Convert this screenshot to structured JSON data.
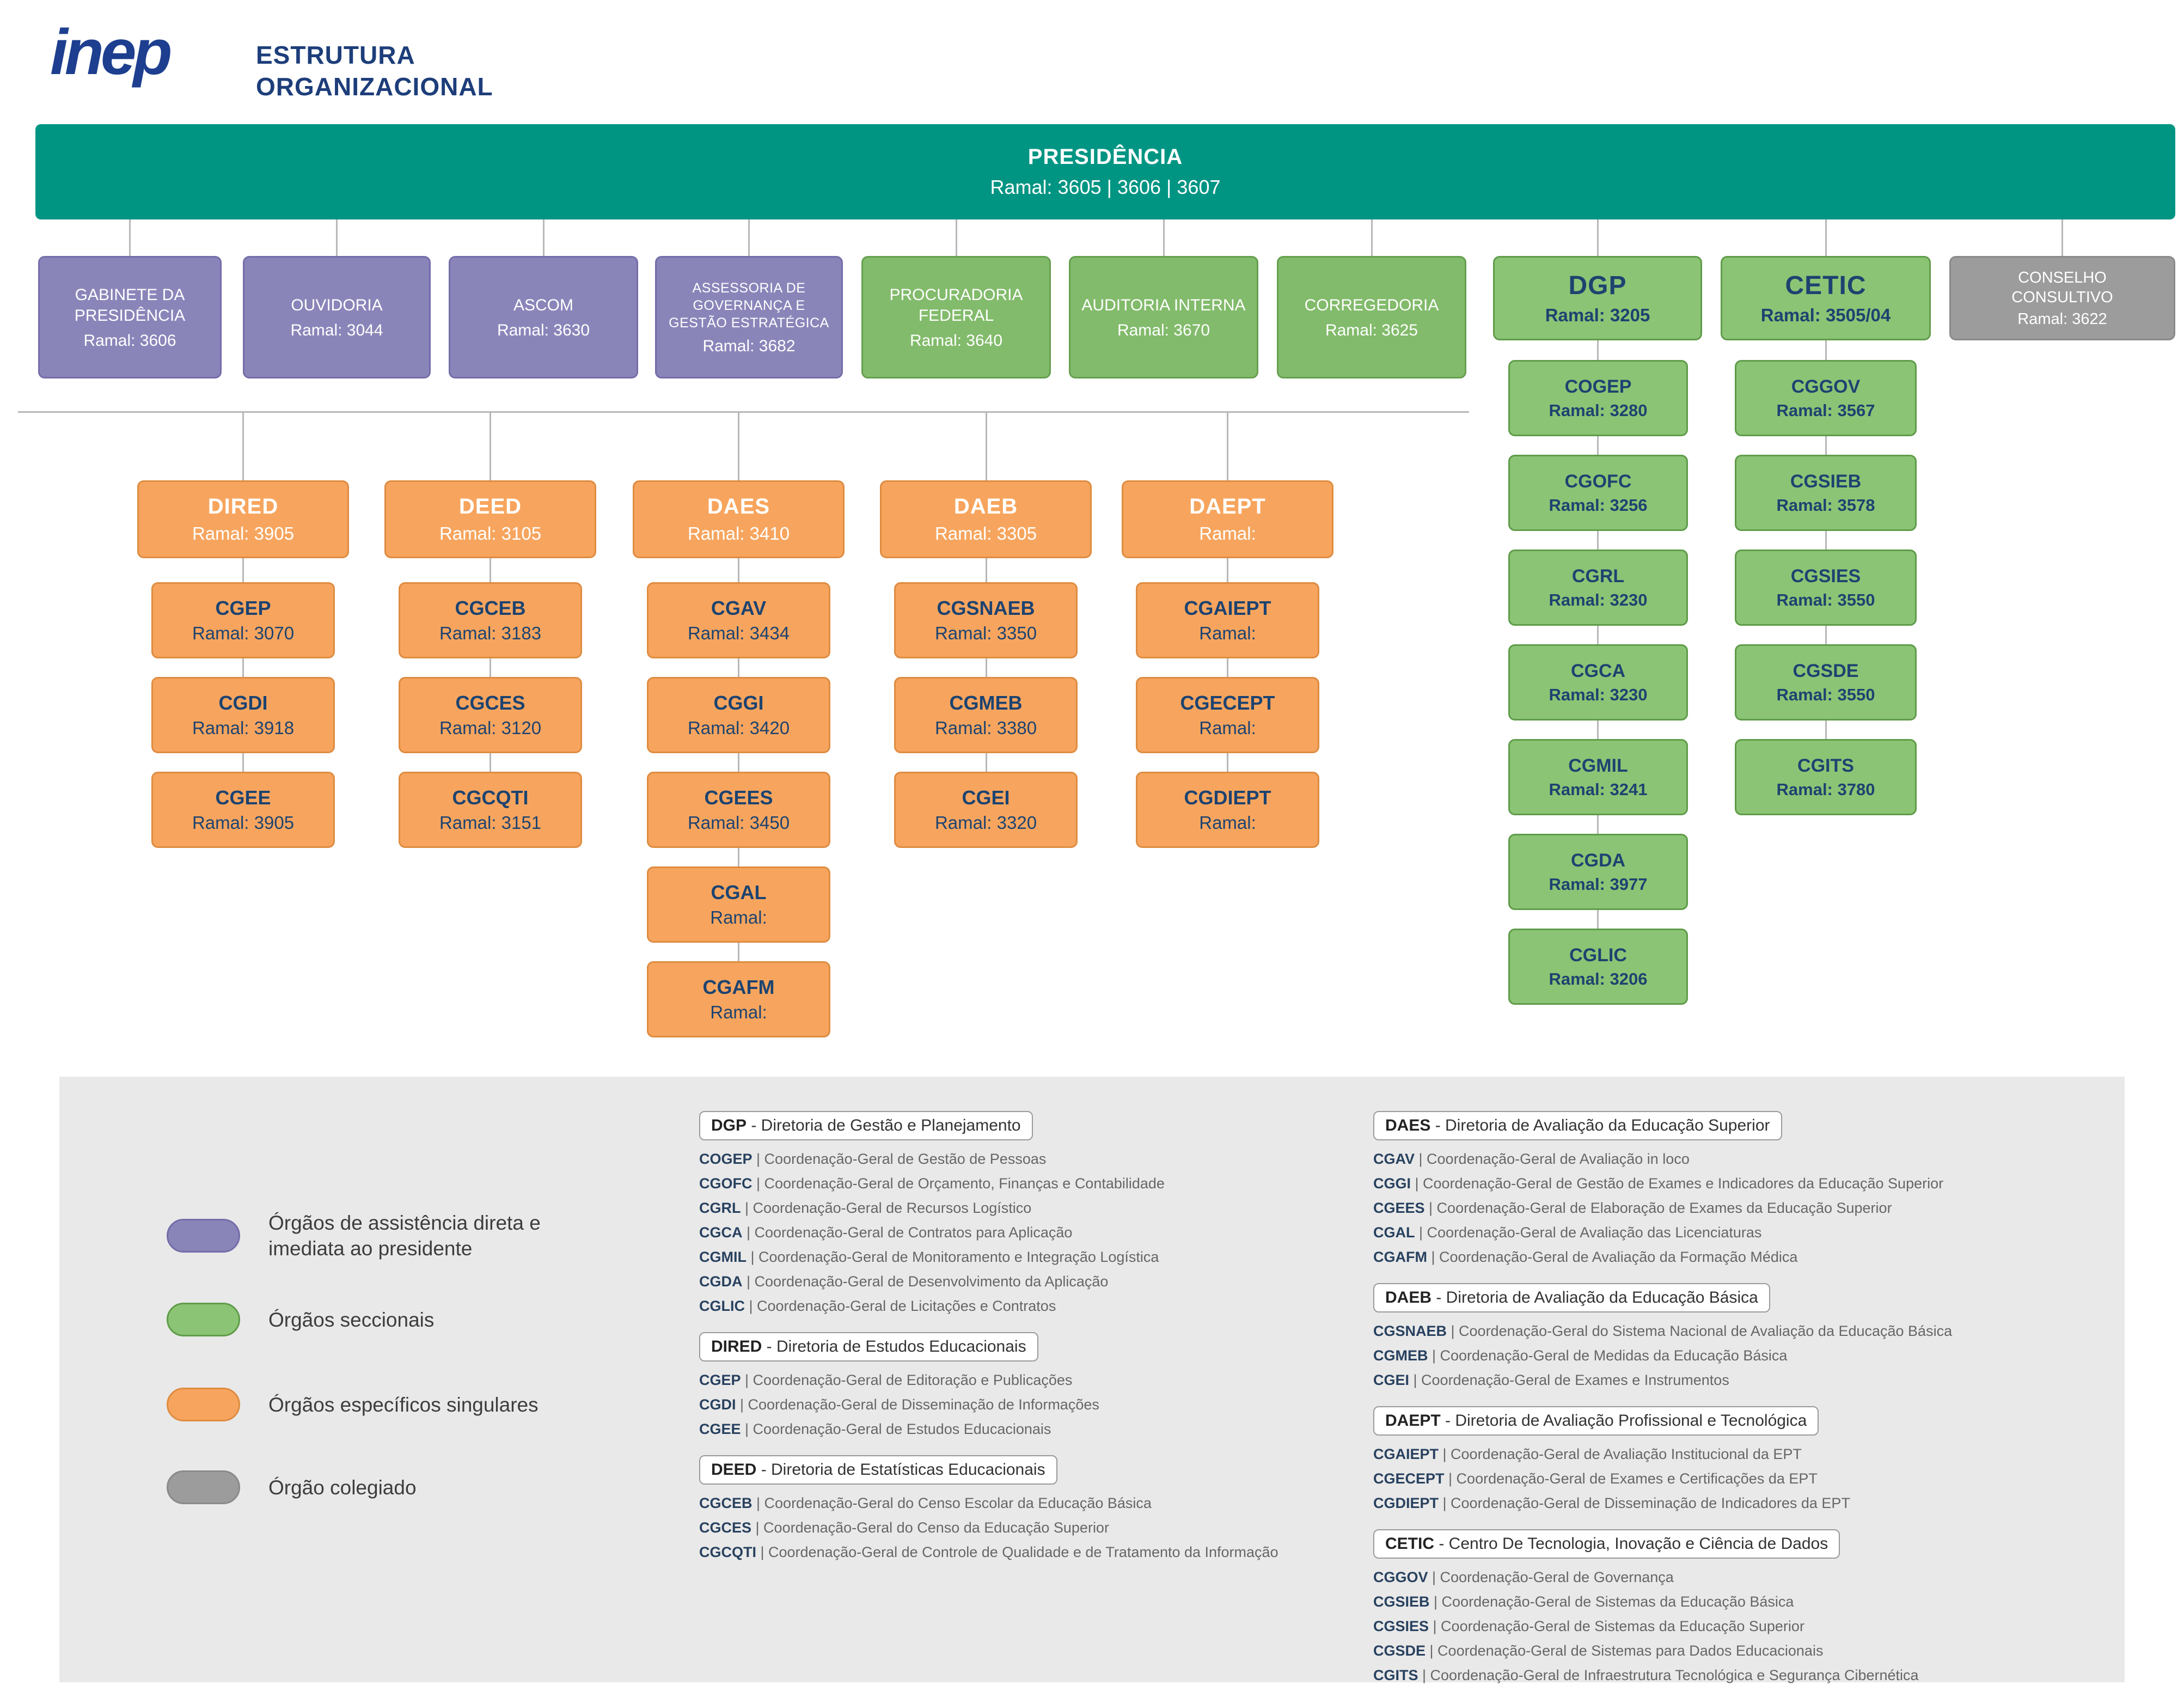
{
  "header": {
    "logo_text": "inep",
    "title_line1": "ESTRUTURA",
    "title_line2": "ORGANIZACIONAL"
  },
  "presidencia": {
    "name": "PRESIDÊNCIA",
    "ramal": "Ramal: 3605 | 3606 | 3607"
  },
  "assistencia_boxes": [
    {
      "name": "GABINETE DA PRESIDÊNCIA",
      "ramal": "Ramal: 3606"
    },
    {
      "name": "OUVIDORIA",
      "ramal": "Ramal: 3044"
    },
    {
      "name": "ASCOM",
      "ramal": "Ramal: 3630"
    },
    {
      "name": "ASSESSORIA DE GOVERNANÇA E GESTÃO ESTRATÉGICA",
      "ramal": "Ramal: 3682"
    }
  ],
  "seccionais_boxes": [
    {
      "name": "PROCURADORIA FEDERAL",
      "ramal": "Ramal: 3640"
    },
    {
      "name": "AUDITORIA INTERNA",
      "ramal": "Ramal: 3670"
    },
    {
      "name": "CORREGEDORIA",
      "ramal": "Ramal: 3625"
    }
  ],
  "dgp": {
    "name": "DGP",
    "ramal": "Ramal: 3205",
    "children": [
      {
        "name": "COGEP",
        "ramal": "Ramal: 3280"
      },
      {
        "name": "CGOFC",
        "ramal": "Ramal: 3256"
      },
      {
        "name": "CGRL",
        "ramal": "Ramal: 3230"
      },
      {
        "name": "CGCA",
        "ramal": "Ramal: 3230"
      },
      {
        "name": "CGMIL",
        "ramal": "Ramal: 3241"
      },
      {
        "name": "CGDA",
        "ramal": "Ramal: 3977"
      },
      {
        "name": "CGLIC",
        "ramal": "Ramal: 3206"
      }
    ]
  },
  "cetic": {
    "name": "CETIC",
    "ramal": "Ramal: 3505/04",
    "children": [
      {
        "name": "CGGOV",
        "ramal": "Ramal: 3567"
      },
      {
        "name": "CGSIEB",
        "ramal": "Ramal: 3578"
      },
      {
        "name": "CGSIES",
        "ramal": "Ramal: 3550"
      },
      {
        "name": "CGSDE",
        "ramal": "Ramal: 3550"
      },
      {
        "name": "CGITS",
        "ramal": "Ramal: 3780"
      }
    ]
  },
  "conselho": {
    "name": "CONSELHO CONSULTIVO",
    "ramal": "Ramal: 3622"
  },
  "diretorias": [
    {
      "name": "DIRED",
      "ramal": "Ramal: 3905",
      "children": [
        {
          "name": "CGEP",
          "ramal": "Ramal: 3070"
        },
        {
          "name": "CGDI",
          "ramal": "Ramal: 3918"
        },
        {
          "name": "CGEE",
          "ramal": "Ramal: 3905"
        }
      ]
    },
    {
      "name": "DEED",
      "ramal": "Ramal: 3105",
      "children": [
        {
          "name": "CGCEB",
          "ramal": "Ramal: 3183"
        },
        {
          "name": "CGCES",
          "ramal": "Ramal: 3120"
        },
        {
          "name": "CGCQTI",
          "ramal": "Ramal: 3151"
        }
      ]
    },
    {
      "name": "DAES",
      "ramal": "Ramal: 3410",
      "children": [
        {
          "name": "CGAV",
          "ramal": "Ramal: 3434"
        },
        {
          "name": "CGGI",
          "ramal": "Ramal: 3420"
        },
        {
          "name": "CGEES",
          "ramal": "Ramal: 3450"
        },
        {
          "name": "CGAL",
          "ramal": "Ramal:"
        },
        {
          "name": "CGAFM",
          "ramal": "Ramal:"
        }
      ]
    },
    {
      "name": "DAEB",
      "ramal": "Ramal: 3305",
      "children": [
        {
          "name": "CGSNAEB",
          "ramal": "Ramal: 3350"
        },
        {
          "name": "CGMEB",
          "ramal": "Ramal: 3380"
        },
        {
          "name": "CGEI",
          "ramal": "Ramal: 3320"
        }
      ]
    },
    {
      "name": "DAEPT",
      "ramal": "Ramal:",
      "children": [
        {
          "name": "CGAIEPT",
          "ramal": "Ramal:"
        },
        {
          "name": "CGECEPT",
          "ramal": "Ramal:"
        },
        {
          "name": "CGDIEPT",
          "ramal": "Ramal:"
        }
      ]
    }
  ],
  "legend": {
    "items": [
      {
        "color": "#8a85b9",
        "label": "Órgãos de assistência direta e imediata ao presidente"
      },
      {
        "color": "#8cc475",
        "label": "Órgãos seccionais"
      },
      {
        "color": "#f7a55e",
        "label": "Órgãos específicos singulares"
      },
      {
        "color": "#9c9c9c",
        "label": "Órgão colegiado"
      }
    ]
  },
  "definitions": {
    "col1": [
      {
        "acronym": "DGP",
        "rest": " - Diretoria de Gestão e Planejamento",
        "items": [
          {
            "acronym": "COGEP",
            "desc": " | Coordenação-Geral de Gestão de Pessoas"
          },
          {
            "acronym": "CGOFC",
            "desc": " | Coordenação-Geral de Orçamento, Finanças e Contabilidade"
          },
          {
            "acronym": "CGRL",
            "desc": " | Coordenação-Geral de Recursos Logístico"
          },
          {
            "acronym": "CGCA",
            "desc": " | Coordenação-Geral de Contratos para Aplicação"
          },
          {
            "acronym": "CGMIL",
            "desc": " | Coordenação-Geral de Monitoramento e Integração Logística"
          },
          {
            "acronym": "CGDA",
            "desc": " | Coordenação-Geral de Desenvolvimento da Aplicação"
          },
          {
            "acronym": "CGLIC",
            "desc": " | Coordenação-Geral de Licitações e Contratos"
          }
        ]
      },
      {
        "acronym": "DIRED",
        "rest": " - Diretoria de Estudos Educacionais",
        "items": [
          {
            "acronym": "CGEP",
            "desc": " | Coordenação-Geral de Editoração e Publicações"
          },
          {
            "acronym": "CGDI",
            "desc": " | Coordenação-Geral de Disseminação de Informações"
          },
          {
            "acronym": "CGEE",
            "desc": " | Coordenação-Geral de Estudos Educacionais"
          }
        ]
      },
      {
        "acronym": "DEED",
        "rest": " - Diretoria de Estatísticas Educacionais",
        "items": [
          {
            "acronym": "CGCEB",
            "desc": " | Coordenação-Geral do Censo Escolar da Educação Básica"
          },
          {
            "acronym": "CGCES",
            "desc": " | Coordenação-Geral do Censo da Educação Superior"
          },
          {
            "acronym": "CGCQTI",
            "desc": " | Coordenação-Geral de Controle de Qualidade e de Tratamento da Informação"
          }
        ]
      }
    ],
    "col2": [
      {
        "acronym": "DAES",
        "rest": " - Diretoria de Avaliação da Educação Superior",
        "items": [
          {
            "acronym": "CGAV",
            "desc": " | Coordenação-Geral de Avaliação in loco"
          },
          {
            "acronym": "CGGI",
            "desc": " | Coordenação-Geral de Gestão de Exames e Indicadores da Educação Superior"
          },
          {
            "acronym": "CGEES",
            "desc": " | Coordenação-Geral de Elaboração de Exames da Educação Superior"
          },
          {
            "acronym": "CGAL",
            "desc": " | Coordenação-Geral de Avaliação das Licenciaturas"
          },
          {
            "acronym": "CGAFM",
            "desc": " | Coordenação-Geral de Avaliação da Formação Médica"
          }
        ]
      },
      {
        "acronym": "DAEB",
        "rest": " - Diretoria de Avaliação da Educação Básica",
        "items": [
          {
            "acronym": "CGSNAEB",
            "desc": " | Coordenação-Geral do Sistema Nacional de Avaliação da Educação Básica"
          },
          {
            "acronym": "CGMEB",
            "desc": " | Coordenação-Geral de Medidas da Educação Básica"
          },
          {
            "acronym": "CGEI",
            "desc": " | Coordenação-Geral de Exames e Instrumentos"
          }
        ]
      },
      {
        "acronym": "DAEPT",
        "rest": " - Diretoria de Avaliação Profissional e Tecnológica",
        "items": [
          {
            "acronym": "CGAIEPT",
            "desc": " | Coordenação-Geral de Avaliação Institucional da EPT"
          },
          {
            "acronym": "CGECEPT",
            "desc": " | Coordenação-Geral de Exames e Certificações da EPT"
          },
          {
            "acronym": "CGDIEPT",
            "desc": " | Coordenação-Geral de Disseminação de Indicadores da EPT"
          }
        ]
      },
      {
        "acronym": "CETIC",
        "rest": " - Centro De Tecnologia, Inovação e Ciência de Dados",
        "items": [
          {
            "acronym": "CGGOV",
            "desc": " | Coordenação-Geral de Governança"
          },
          {
            "acronym": "CGSIEB",
            "desc": " | Coordenação-Geral de Sistemas da Educação Básica"
          },
          {
            "acronym": "CGSIES",
            "desc": " | Coordenação-Geral de Sistemas da Educação Superior"
          },
          {
            "acronym": "CGSDE",
            "desc": " | Coordenação-Geral de Sistemas para Dados Educacionais"
          },
          {
            "acronym": "CGITS",
            "desc": " | Coordenação-Geral de Infraestrutura Tecnológica e Segurança Cibernética"
          }
        ]
      }
    ]
  },
  "colors": {
    "teal": "#009583",
    "purple": "#8a85b9",
    "green": "#8cc475",
    "orange": "#f7a55e",
    "gray": "#9c9c9c",
    "navy": "#1d4370"
  }
}
